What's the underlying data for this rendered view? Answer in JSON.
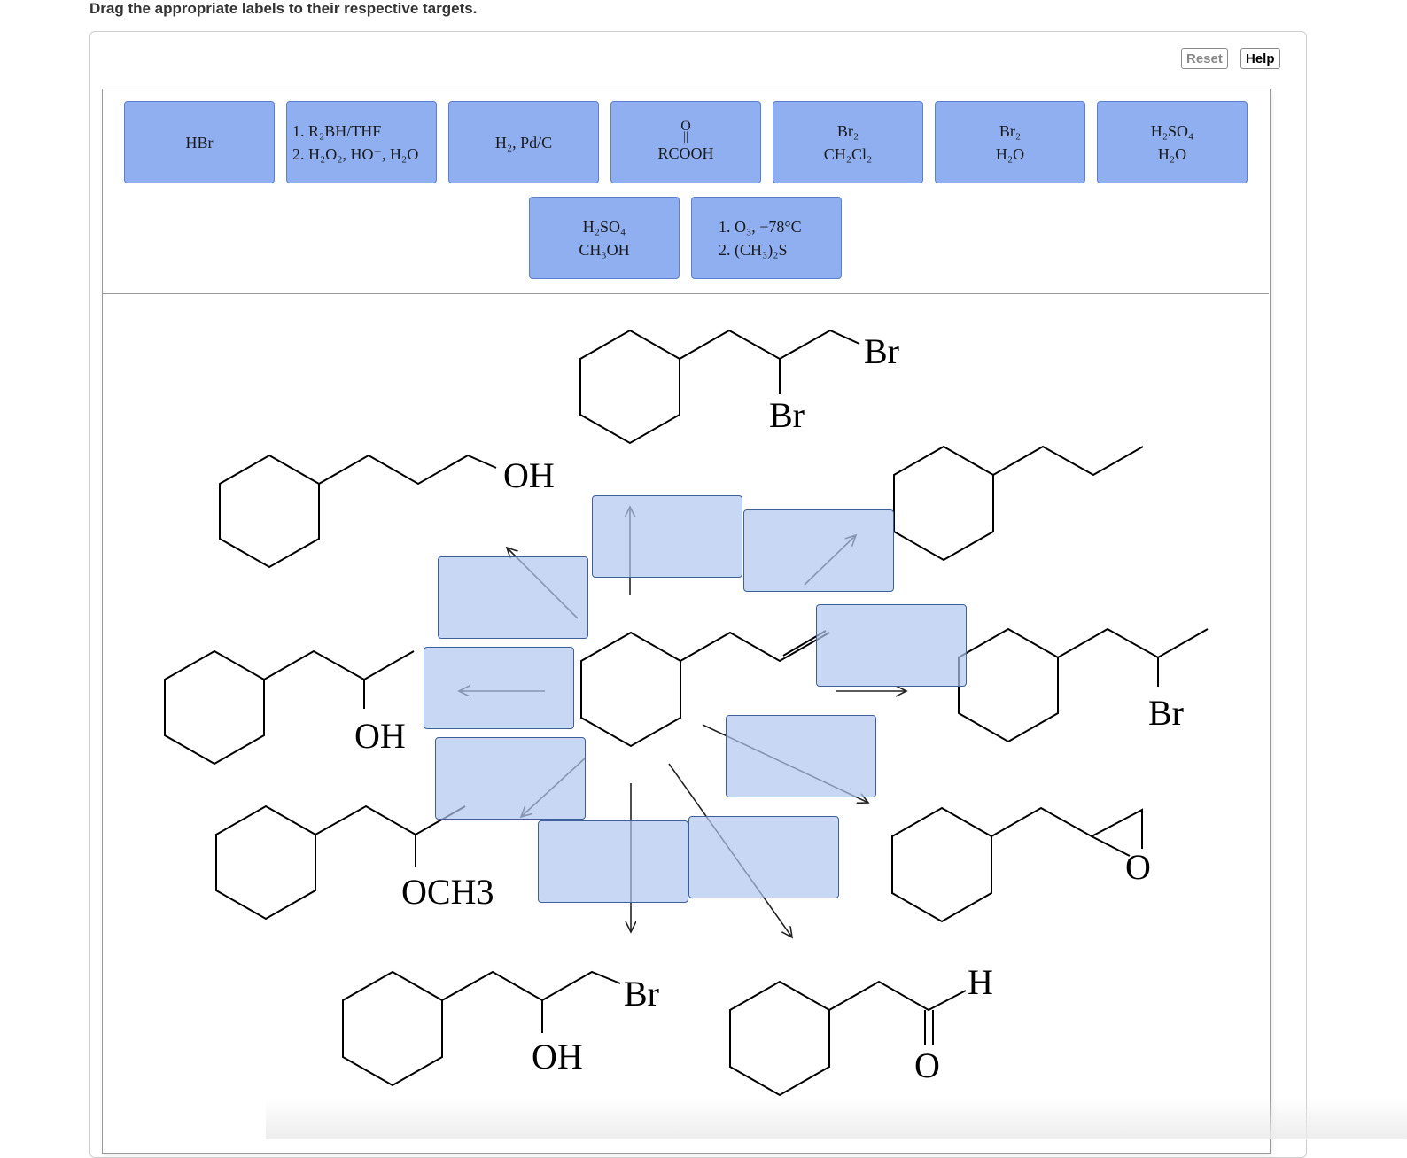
{
  "instructions": "Drag the appropriate labels to their respective targets.",
  "toolbar": {
    "reset_label": "Reset",
    "help_label": "Help"
  },
  "labels": [
    {
      "line1": "HBr"
    },
    {
      "line1": "1. R₂BH/THF",
      "line2": "2. H₂O₂, HO⁻, H₂O"
    },
    {
      "line1": "H₂, Pd/C"
    },
    {
      "top": "O",
      "bar": "||",
      "line1": "RCOOH"
    },
    {
      "line1": "Br₂",
      "line2": "CH₂Cl₂"
    },
    {
      "line1": "Br₂",
      "line2": "H₂O"
    },
    {
      "line1": "H₂SO₄",
      "line2": "H₂O"
    },
    {
      "line1": "H₂SO₄",
      "line2": "CH₃OH"
    },
    {
      "line1": "1. O₃, −78°C",
      "line2": "2. (CH₃)₂S"
    }
  ],
  "molecule_labels": {
    "dibromide_br1": "Br",
    "dibromide_br2": "Br",
    "alcohol_oh": "OH",
    "sec_alcohol_oh": "OH",
    "ether_och3": "OCH3",
    "bromohydrin_br": "Br",
    "bromohydrin_oh": "OH",
    "aldehyde_h": "H",
    "aldehyde_o": "O",
    "epoxide_o": "O",
    "alkyl_bromide_br": "Br"
  }
}
